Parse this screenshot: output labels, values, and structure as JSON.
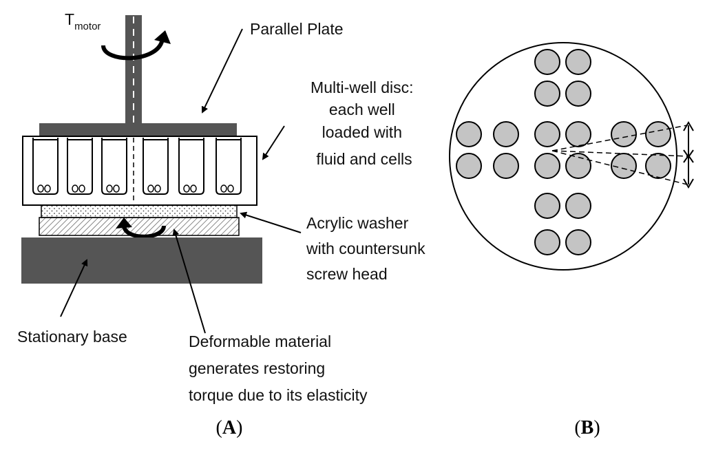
{
  "colors": {
    "dark_plate": "#555555",
    "well_fill": "#c4c4c4",
    "outline": "#000000",
    "background": "#ffffff"
  },
  "panel_a": {
    "torque_label": {
      "main": "T",
      "subscript": "motor"
    },
    "label_parallel_plate": "Parallel Plate",
    "label_multiwell": [
      "Multi-well disc:",
      "each well",
      "loaded with",
      "fluid and cells"
    ],
    "label_washer": [
      "Acrylic washer",
      "with countersunk",
      "screw head"
    ],
    "label_base": "Stationary base",
    "label_deformable": [
      "Deformable material",
      "generates restoring",
      "torque due to its elasticity"
    ],
    "panel_label": {
      "open": "(",
      "letter": "A",
      "close": ")"
    }
  },
  "panel_b": {
    "panel_label": {
      "open": "(",
      "letter": "B",
      "close": ")"
    }
  }
}
